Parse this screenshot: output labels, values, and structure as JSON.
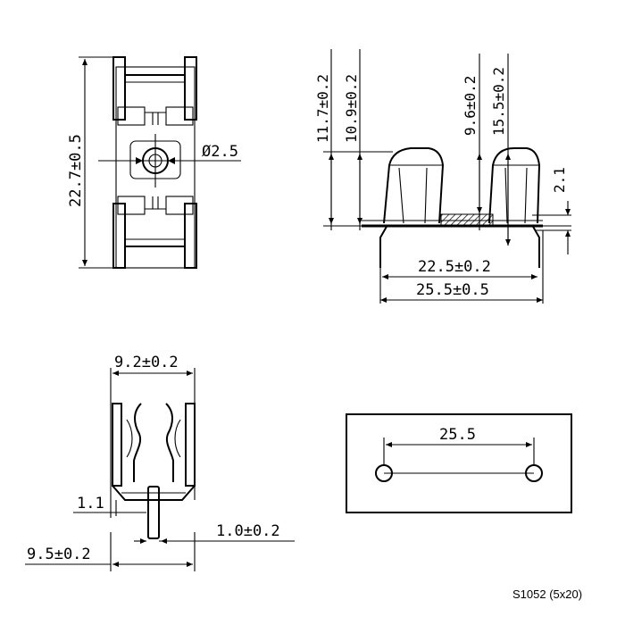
{
  "dimensions": {
    "top_height": "22.7±0.5",
    "hole_dia": "Ø2.5",
    "h_11_7": "11.7±0.2",
    "h_10_9": "10.9±0.2",
    "h_9_6": "9.6±0.2",
    "h_15_5": "15.5±0.2",
    "h_2_1": "2.1",
    "w_22_5": "22.5±0.2",
    "w_25_5": "25.5±0.5",
    "w_9_2": "9.2±0.2",
    "d_1_1": "1.1",
    "d_1_0": "1.0±0.2",
    "d_9_5": "9.5±0.2",
    "pcb_pitch": "25.5"
  },
  "caption": "S1052 (5x20)"
}
